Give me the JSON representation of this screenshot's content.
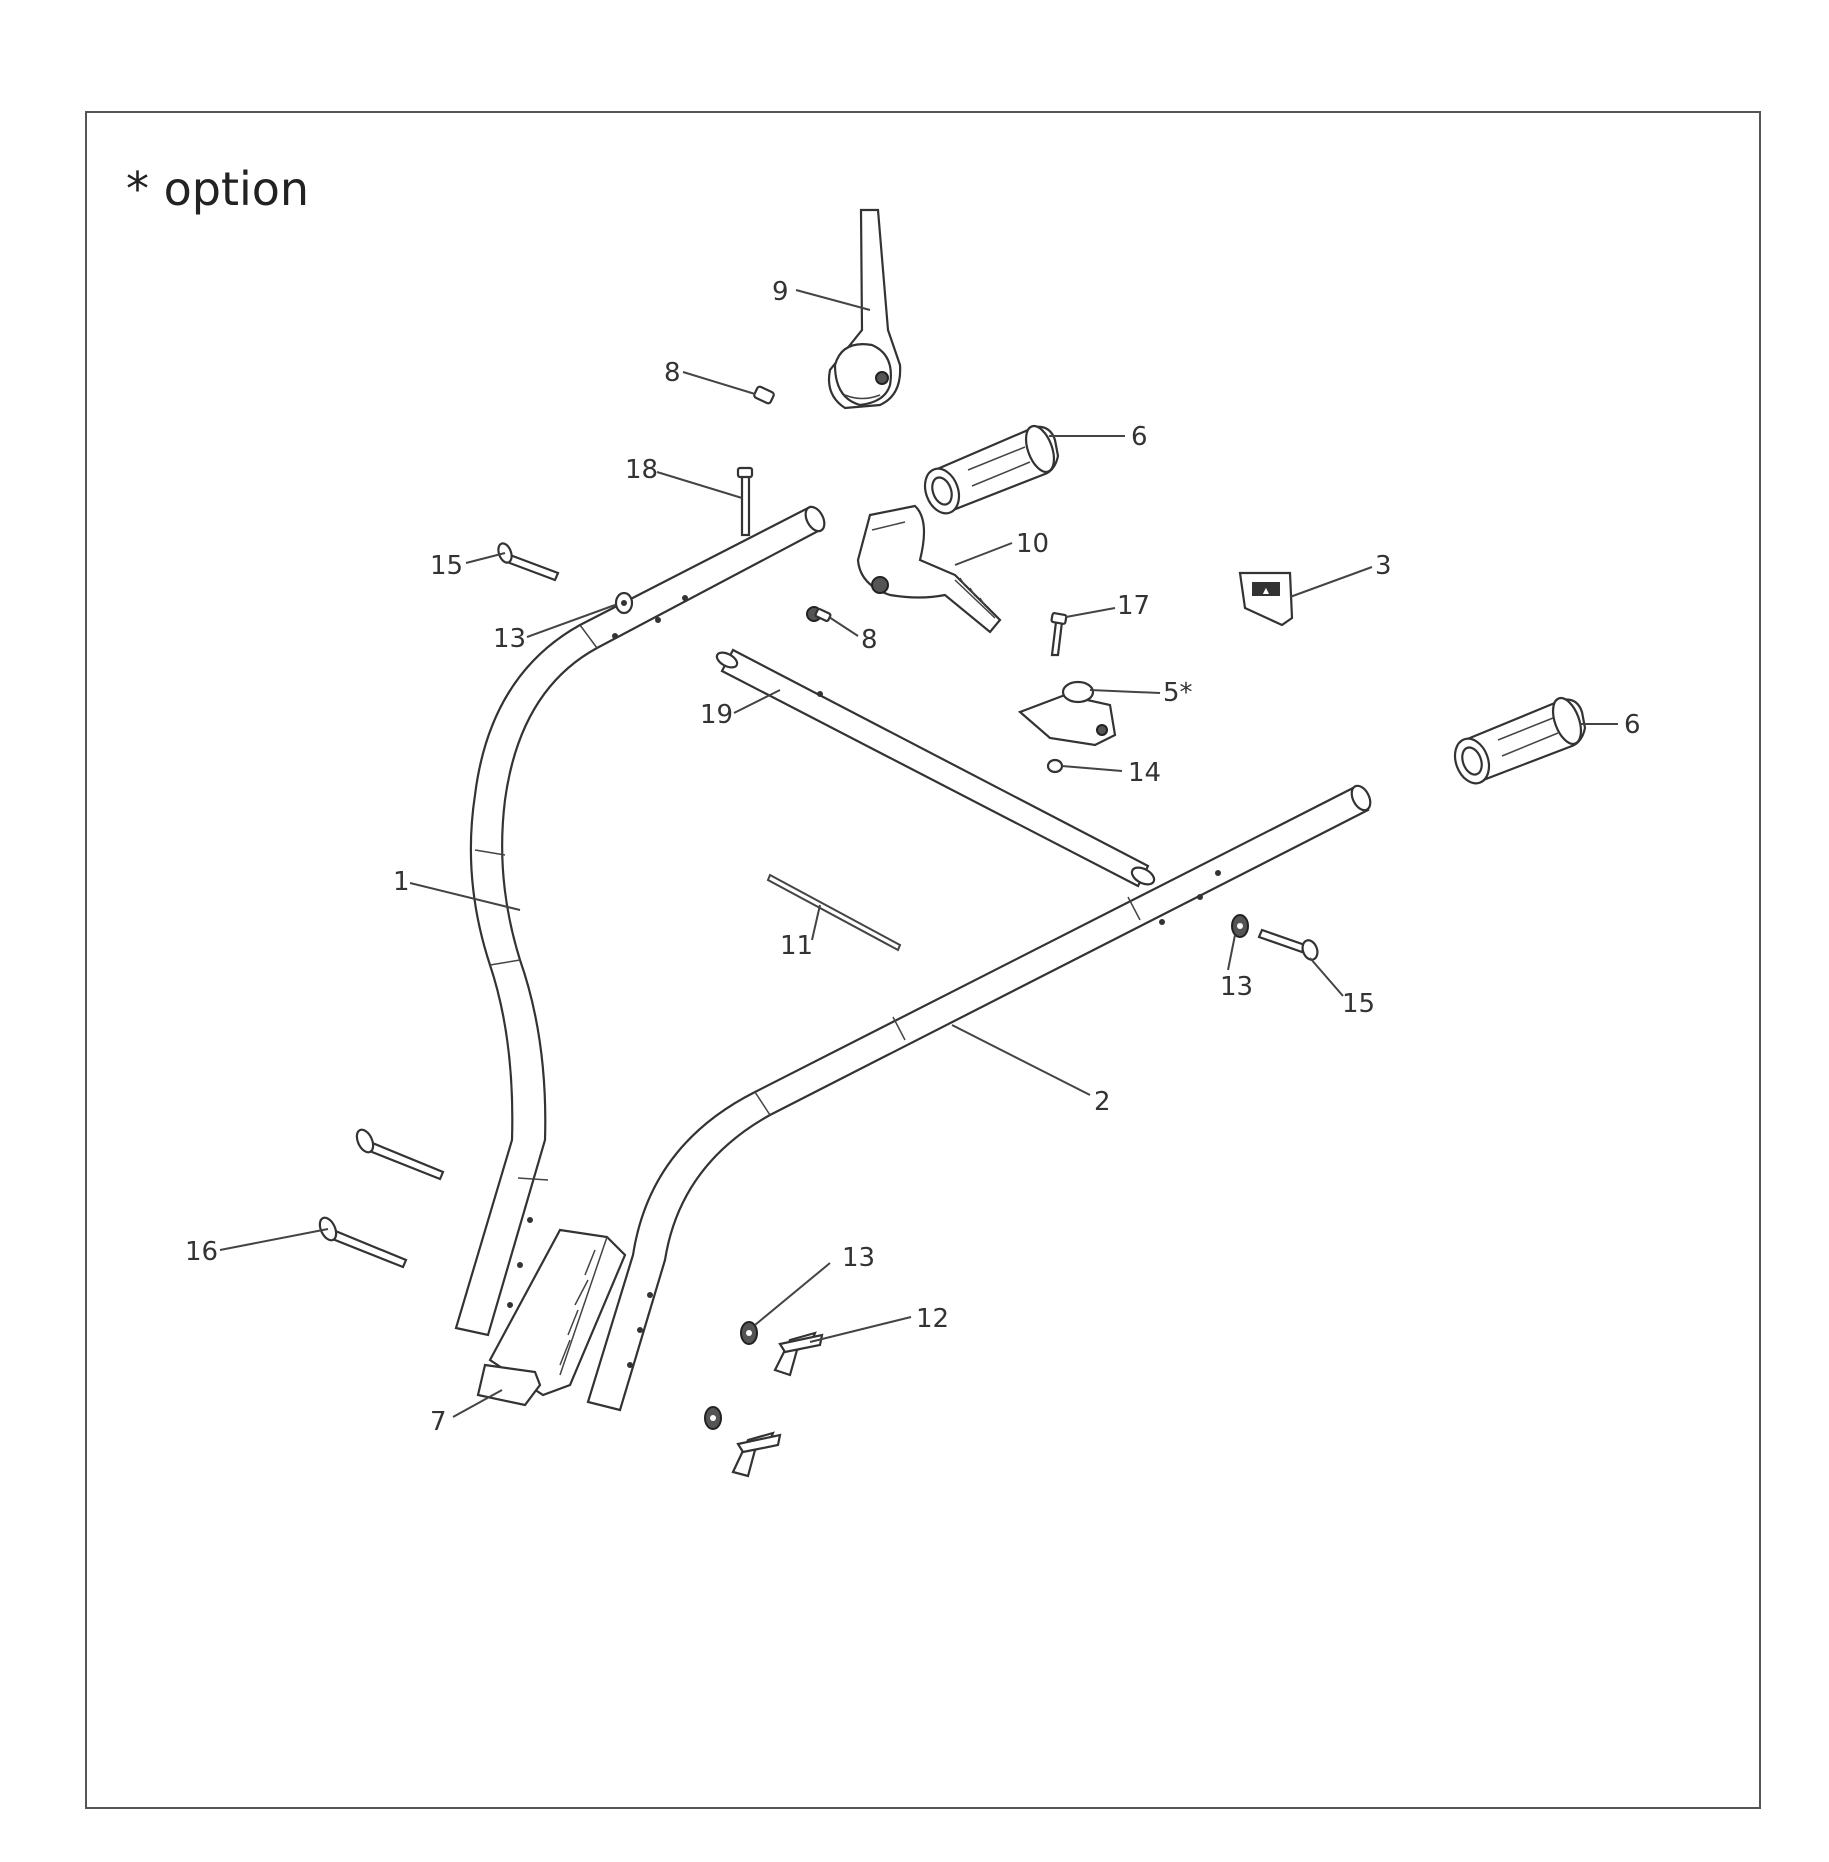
{
  "note": "* option",
  "labels": {
    "l1": "1",
    "l2": "2",
    "l3": "3",
    "l5": "5*",
    "l6a": "6",
    "l6b": "6",
    "l7": "7",
    "l8a": "8",
    "l8b": "8",
    "l9": "9",
    "l10": "10",
    "l11": "11",
    "l12": "12",
    "l13a": "13",
    "l13b": "13",
    "l13c": "13",
    "l14": "14",
    "l15a": "15",
    "l15b": "15",
    "l16": "16",
    "l17": "17",
    "l18": "18",
    "l19": "19"
  },
  "colors": {
    "line": "#333333",
    "frame": "#555555",
    "background": "#ffffff"
  }
}
